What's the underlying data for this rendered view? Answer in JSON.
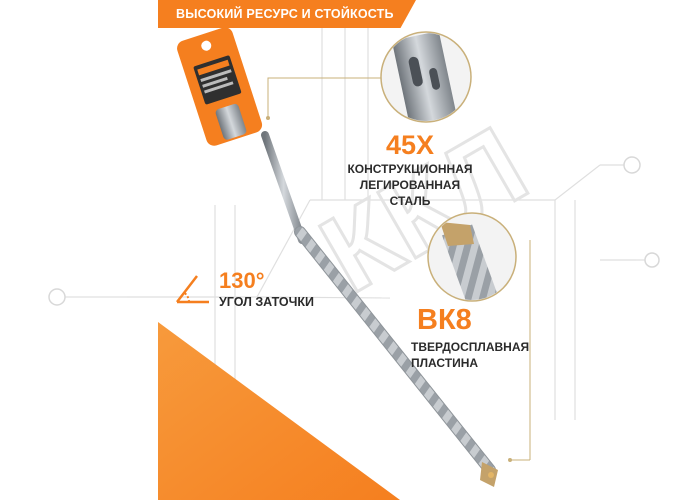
{
  "banner": {
    "text": "ВЫСОКИЙ РЕСУРС И СТОЙКОСТЬ"
  },
  "features": {
    "steel": {
      "value": "45Х",
      "line1": "КОНСТРУКЦИОННАЯ",
      "line2": "ЛЕГИРОВАННАЯ",
      "line3": "СТАЛЬ"
    },
    "carbide": {
      "value": "ВК8",
      "line1": "ТВЕРДОСПЛАВНАЯ",
      "line2": "ПЛАСТИНА"
    },
    "angle": {
      "value": "130°",
      "label": "УГОЛ ЗАТОЧКИ"
    }
  },
  "watermark": {
    "text": "ККЛ"
  },
  "colors": {
    "accent": "#f57f1f",
    "text": "#2b2b2b",
    "steel": "#9aa0a6"
  },
  "icons": [
    "angle-icon",
    "drill-bit-image",
    "sds-shank-closeup",
    "carbide-tip-closeup"
  ]
}
